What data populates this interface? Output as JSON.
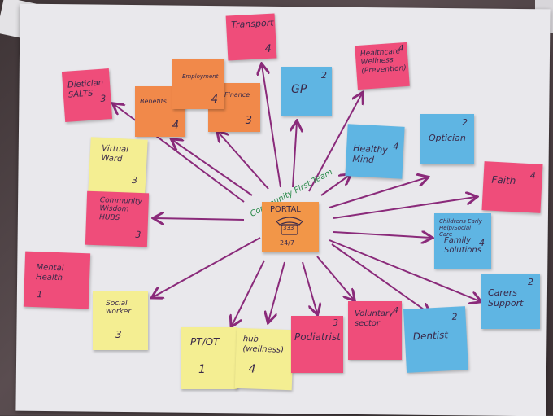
{
  "center": {
    "arc_text": "Community First Team",
    "title": "PORTAL",
    "number": "333",
    "hours": "24/7"
  },
  "notes": [
    {
      "id": "transport",
      "label": "Transport",
      "count": "4"
    },
    {
      "id": "gp",
      "label": "GP",
      "count": "2"
    },
    {
      "id": "healthcare-wellness",
      "label": "Healthcare\nWellness\n(Prevention)",
      "count": "4"
    },
    {
      "id": "dietician",
      "label": "Dietician\nSALTS",
      "count": "3"
    },
    {
      "id": "employment",
      "label": "Employment",
      "count": "4"
    },
    {
      "id": "benefits",
      "label": "Benefits",
      "count": "4"
    },
    {
      "id": "finance",
      "label": "Finance",
      "count": "3"
    },
    {
      "id": "optician",
      "label": "Optician",
      "count": "2"
    },
    {
      "id": "healthy-mind",
      "label": "Healthy Mind",
      "count": "4"
    },
    {
      "id": "faith",
      "label": "Faith",
      "count": "4"
    },
    {
      "id": "virtual-ward",
      "label": "Virtual\nWard",
      "count": "3"
    },
    {
      "id": "community-wisdom",
      "label": "Community\nWisdom\nHUBS",
      "count": "3"
    },
    {
      "id": "childrens-early-help",
      "label": "Childrens Early\nHelp/Social Care",
      "count": ""
    },
    {
      "id": "family-solutions",
      "label": "Family\nSolutions",
      "count": "4"
    },
    {
      "id": "mental-health",
      "label": "Mental\nHealth",
      "count": "1"
    },
    {
      "id": "carers-support",
      "label": "Carers\nSupport",
      "count": "2"
    },
    {
      "id": "social-worker",
      "label": "Social\nworker",
      "count": "3"
    },
    {
      "id": "pt-ot",
      "label": "PT/OT",
      "count": "1"
    },
    {
      "id": "hub-wellness",
      "label": "hub\n(wellness)",
      "count": "4"
    },
    {
      "id": "podiatrist",
      "label": "Podiatrist",
      "count": "3"
    },
    {
      "id": "voluntary-sector",
      "label": "Voluntary\nsector",
      "count": "4"
    },
    {
      "id": "dentist",
      "label": "Dentist",
      "count": "2"
    }
  ]
}
